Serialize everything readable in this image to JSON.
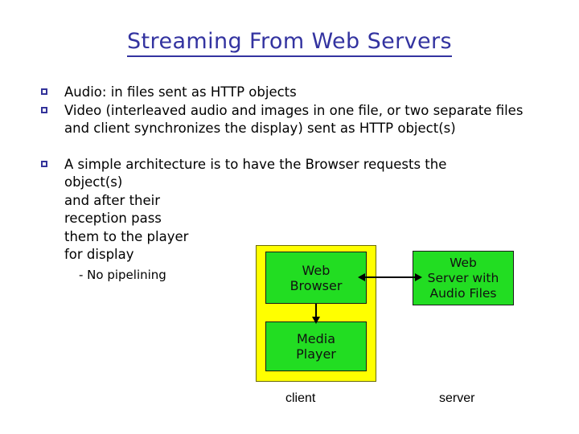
{
  "slide": {
    "title": "Streaming From Web Servers",
    "title_color": "#3333a0",
    "background": "#ffffff"
  },
  "bullets": [
    {
      "marker": "hollow-square",
      "text": "Audio: in files sent as HTTP objects"
    },
    {
      "marker": "hollow-square",
      "text": "Video (interleaved audio and images in one file, or two separate files and client synchronizes the display) sent as HTTP object(s)"
    },
    {
      "marker": "hollow-square",
      "lines": [
        "A simple architecture is to have the Browser requests the",
        "object(s)",
        "and after their",
        "reception pass",
        "them to the player",
        "for display"
      ],
      "sub_item": "- No pipelining"
    }
  ],
  "diagram": {
    "client_frame_color": "#ffff00",
    "node_color": "#22dd22",
    "nodes": [
      {
        "id": "web-browser",
        "lines": [
          "Web",
          "Browser"
        ]
      },
      {
        "id": "media-player",
        "lines": [
          "Media",
          "Player"
        ]
      },
      {
        "id": "web-server",
        "lines": [
          "Web",
          "Server with",
          "Audio Files"
        ]
      }
    ],
    "connections": [
      {
        "id": "browser-server-link",
        "type": "double-arrow",
        "from": "web-browser",
        "to": "web-server"
      },
      {
        "id": "browser-player-link",
        "type": "single-arrow",
        "from": "web-browser",
        "to": "media-player"
      }
    ],
    "captions": {
      "client": "client",
      "server": "server"
    }
  }
}
